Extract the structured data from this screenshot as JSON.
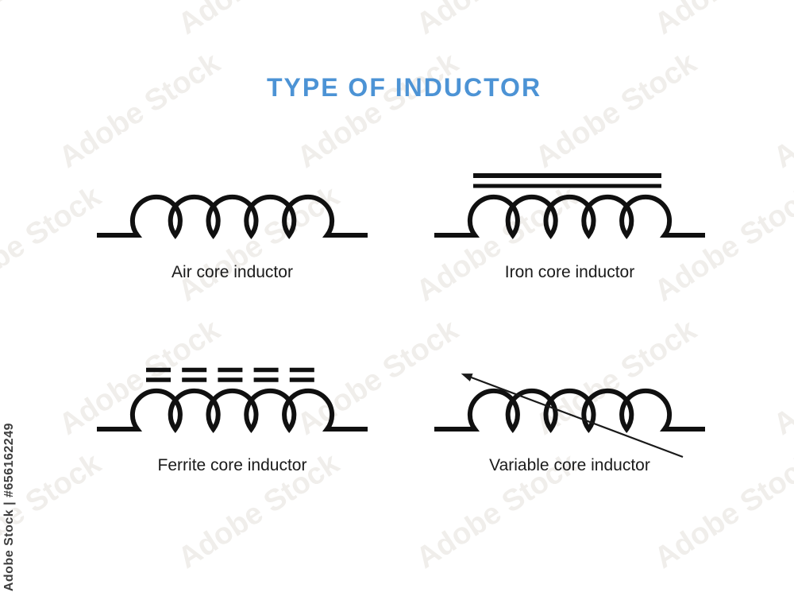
{
  "title": {
    "text": "TYPE OF INDUCTOR",
    "color": "#4c93d5"
  },
  "figures": [
    {
      "id": "air",
      "label": "Air core inductor"
    },
    {
      "id": "iron",
      "label": "Iron core inductor"
    },
    {
      "id": "ferrite",
      "label": "Ferrite core inductor"
    },
    {
      "id": "variable",
      "label": "Variable core inductor"
    }
  ],
  "watermark": {
    "tile_text": "Adobe Stock",
    "credit_text": "Adobe Stock | #656162249"
  },
  "colors": {
    "line": "#101010",
    "label_text": "#1a1a1a",
    "title_blue": "#4c93d5"
  }
}
